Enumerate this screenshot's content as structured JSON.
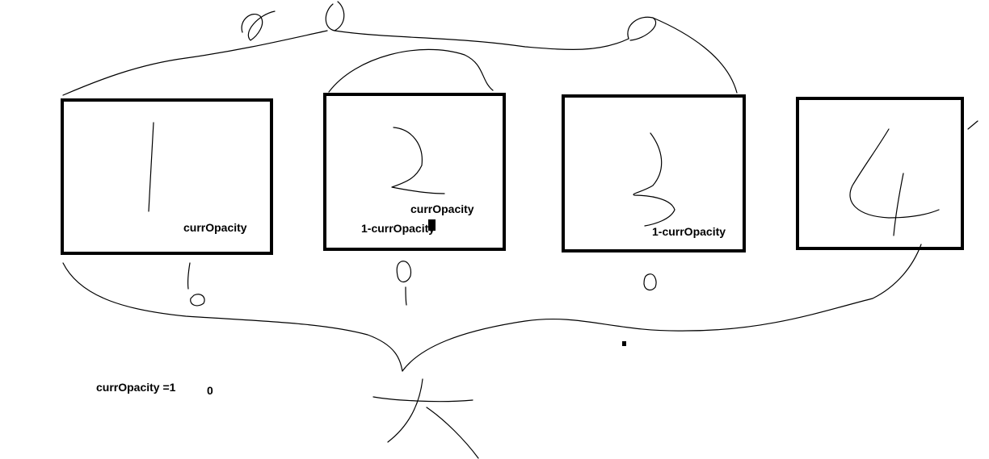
{
  "frames": [
    {
      "id": 1,
      "label_a": "currOpacity",
      "label_b": ""
    },
    {
      "id": 2,
      "label_a": "currOpacity",
      "label_b": "1-currOpacity"
    },
    {
      "id": 3,
      "label_a": "",
      "label_b": "1-currOpacity"
    },
    {
      "id": 4,
      "label_a": "",
      "label_b": ""
    }
  ],
  "footer": {
    "assignment": "currOpacity =1",
    "next_value": "0"
  },
  "colors": {
    "ink": "#000000",
    "background": "#ffffff"
  }
}
